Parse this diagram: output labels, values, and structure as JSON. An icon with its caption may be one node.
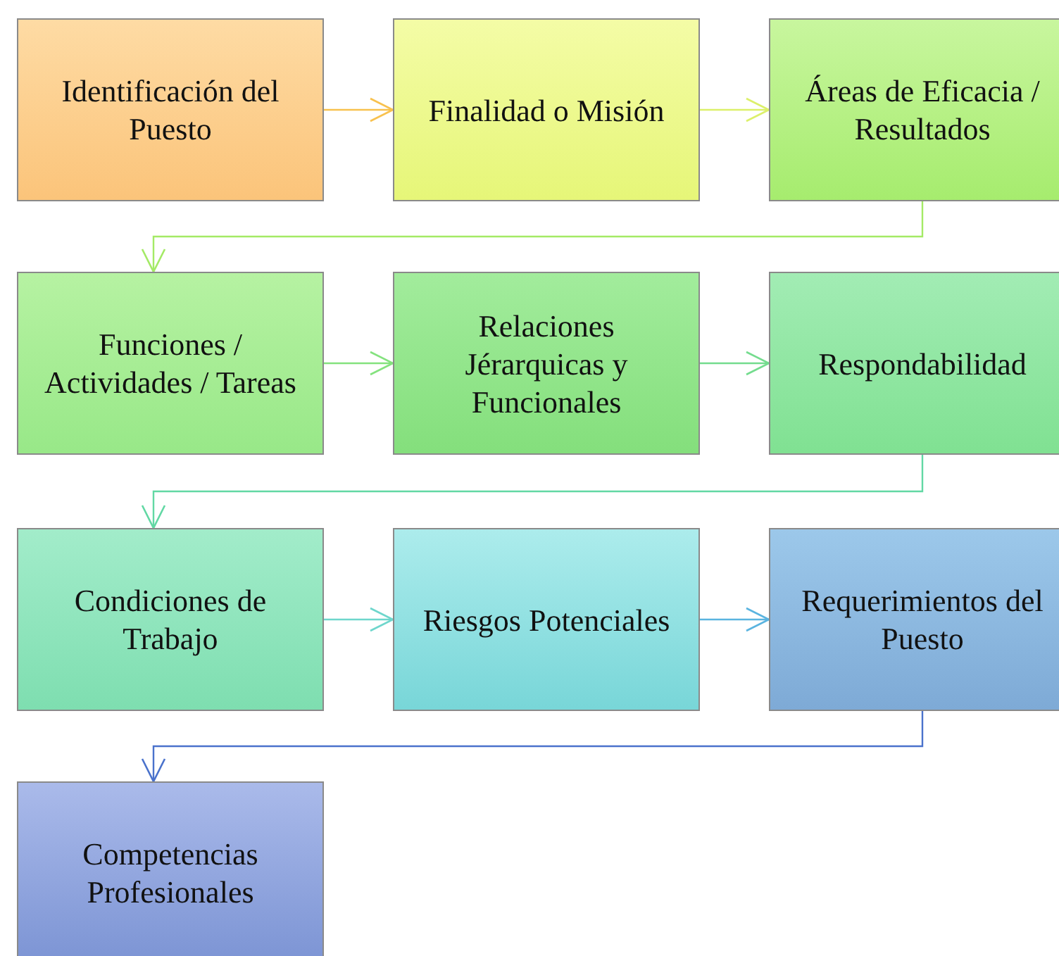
{
  "diagram": {
    "nodes": [
      {
        "text": [
          "Identificación del Puesto"
        ]
      },
      {
        "text": [
          "Finalidad o Misión"
        ]
      },
      {
        "text": [
          "Áreas de Eficacia / Resultados"
        ]
      },
      {
        "text": [
          "Funciones / Actividades / Tareas"
        ]
      },
      {
        "text": [
          "Relaciones Jérarquicas y Funcionales"
        ]
      },
      {
        "text": [
          "Respondabilidad"
        ]
      },
      {
        "text": [
          "Condiciones de Trabajo"
        ]
      },
      {
        "text": [
          "Riesgos Potenciales"
        ]
      },
      {
        "text": [
          "Requerimientos del Puesto"
        ]
      },
      {
        "text": [
          "Competencias Profesionales"
        ]
      }
    ],
    "edges": [
      {
        "from": 0,
        "to": 1,
        "arrow": "to",
        "color": "#f8c14e"
      },
      {
        "from": 1,
        "to": 2,
        "arrow": "to",
        "color": "#dcf06a"
      },
      {
        "from": 2,
        "to": 3,
        "arrow": "to",
        "color": "#a4ea66"
      },
      {
        "from": 3,
        "to": 4,
        "arrow": "to",
        "color": "#84e27e"
      },
      {
        "from": 4,
        "to": 5,
        "arrow": "to",
        "color": "#74dc8e"
      },
      {
        "from": 5,
        "to": 6,
        "arrow": "to",
        "color": "#62d8a4"
      },
      {
        "from": 6,
        "to": 7,
        "arrow": "to",
        "color": "#6ed6cc"
      },
      {
        "from": 7,
        "to": 8,
        "arrow": "to",
        "color": "#5ab4e0"
      },
      {
        "from": 8,
        "to": 9,
        "arrow": "to",
        "color": "#4a72cc"
      }
    ]
  }
}
